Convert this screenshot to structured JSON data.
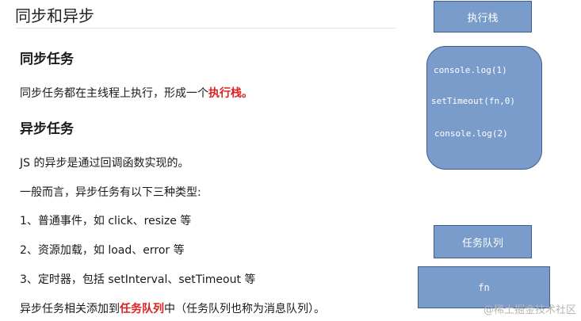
{
  "title": "同步和异步",
  "sync": {
    "heading": "同步任务",
    "desc_prefix": "同步任务都在主线程上执行，形成一个",
    "desc_highlight": "执行栈。"
  },
  "async": {
    "heading": "异步任务",
    "line1": "JS 的异步是通过回调函数实现的。",
    "line2": "一般而言，异步任务有以下三种类型:",
    "types": [
      "1、普通事件，如 click、resize 等",
      "2、资源加载，如 load、error 等",
      "3、定时器，包括 setInterval、setTimeout 等"
    ],
    "last_prefix": "异步任务相关添加到",
    "last_highlight": "任务队列",
    "last_suffix": "中（任务队列也称为消息队列）。"
  },
  "diagram": {
    "stack_label": "执行栈",
    "stack_items": [
      "console.log(1)",
      "setTimeout(fn,0)",
      "console.log(2)"
    ],
    "queue_label": "任务队列",
    "queue_item": "fn"
  },
  "watermark": "@稀土掘金技术社区",
  "colors": {
    "highlight": "#e02020",
    "box_fill": "#7a9ccb",
    "box_border": "#3c5f8f"
  }
}
